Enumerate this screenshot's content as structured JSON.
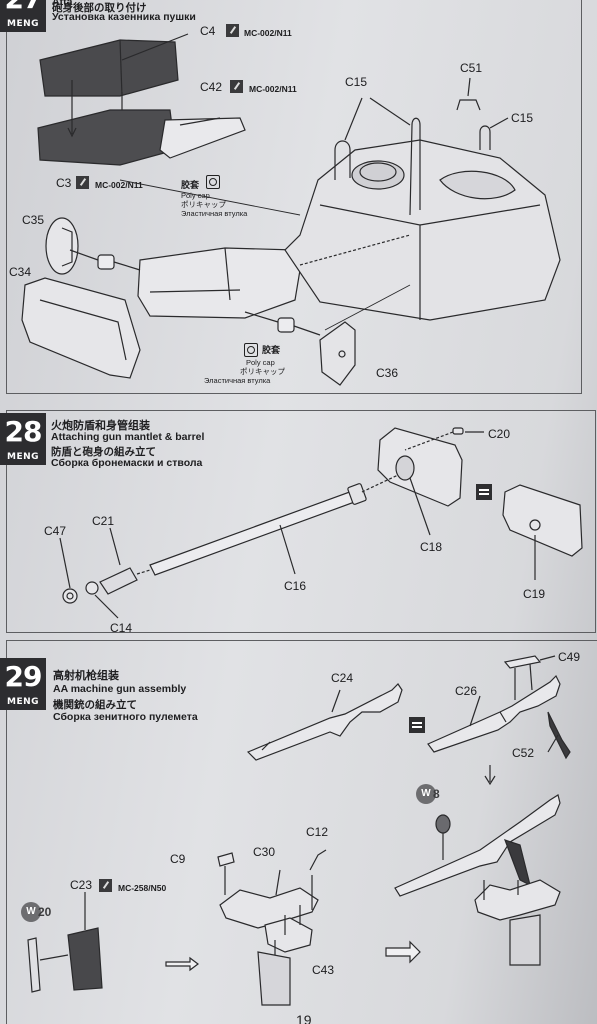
{
  "step27": {
    "number": "27",
    "brand": "MENG",
    "title_en": "Atta…",
    "title_jp": "砲身後部の取り付け",
    "title_ru": "Установка казенника пушки",
    "labels": {
      "c4": "C4",
      "c4_code": "MC-002/N11",
      "c42": "C42",
      "c42_code": "MC-002/N11",
      "c3": "C3",
      "c3_code": "MC-002/N11",
      "c35": "C35",
      "c34": "C34",
      "c36": "C36",
      "c15a": "C15",
      "c15b": "C15",
      "c51": "C51"
    },
    "polycap_top": {
      "cn": "胶套",
      "en": "Poly cap",
      "jp": "ポリキャップ",
      "ru": "Эластичная втулка"
    },
    "polycap_bottom": {
      "cn": "胶套",
      "en": "Poly cap",
      "jp": "ポリキャップ",
      "ru": "Эластичная втулка"
    }
  },
  "step28": {
    "number": "28",
    "brand": "MENG",
    "title_cn": "火炮防盾和身管组装",
    "title_en": "Attaching gun mantlet & barrel",
    "title_jp": "防盾と砲身の組み立て",
    "title_ru": "Сборка бронемаски и ствола",
    "labels": {
      "c20": "C20",
      "c18": "C18",
      "c19": "C19",
      "c16": "C16",
      "c21": "C21",
      "c47": "C47",
      "c14": "C14"
    }
  },
  "step29": {
    "number": "29",
    "brand": "MENG",
    "title_cn": "高射机枪组装",
    "title_en": "AA machine gun assembly",
    "title_jp": "機関銃の組み立て",
    "title_ru": "Сборка зенитного пулемета",
    "labels": {
      "c24": "C24",
      "c26": "C26",
      "c49": "C49",
      "c52": "C52",
      "c12": "C12",
      "c9": "C9",
      "c30": "C30",
      "c43": "C43",
      "c23": "C23",
      "c23_code": "MC-258/N50"
    },
    "paint_w20": {
      "letter": "W",
      "num": "20"
    },
    "paint_w8": {
      "letter": "W",
      "num": "8"
    }
  },
  "page_number": "19",
  "colors": {
    "ink": "#1c1c1e",
    "badge": "#2d2d30",
    "paper": "#dfe0e3"
  }
}
